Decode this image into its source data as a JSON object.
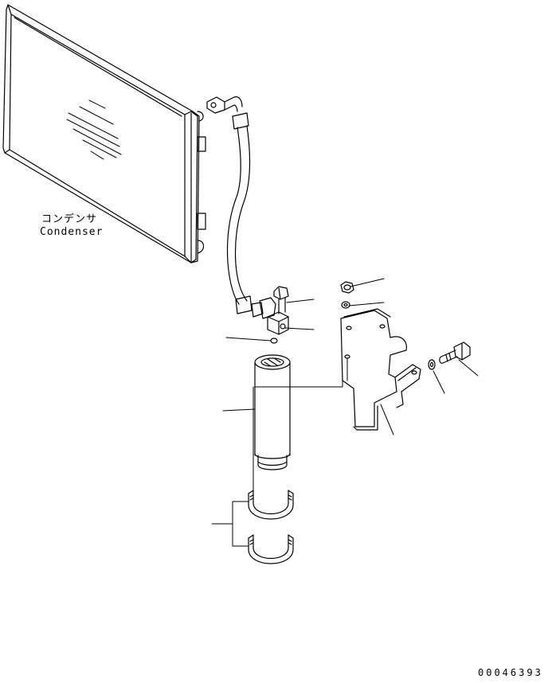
{
  "labels": {
    "condenser_jp": "コンデンサ",
    "condenser_en": "Condenser"
  },
  "drawing_code": "00046393",
  "colors": {
    "ink": "#000000",
    "paper": "#ffffff"
  }
}
